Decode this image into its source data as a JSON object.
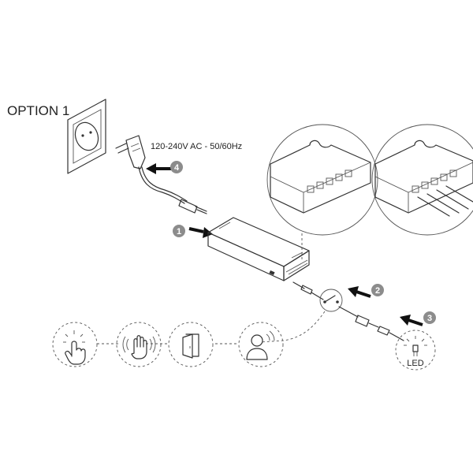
{
  "option_label": "OPTION 1",
  "power_spec": "120-240V AC - 50/60Hz",
  "led_label": "LED",
  "steps": [
    "1",
    "2",
    "3",
    "4"
  ],
  "colors": {
    "line": "#333333",
    "badge": "#8c8c8c",
    "arrow": "#111111"
  },
  "icons": [
    "wall-socket-icon",
    "eu-plug-icon",
    "led-driver-icon",
    "connector-zoom-icon",
    "switch-icon",
    "touch-sensor-icon",
    "hand-wave-sensor-icon",
    "door-sensor-icon",
    "presence-sensor-icon",
    "led-strip-icon"
  ]
}
